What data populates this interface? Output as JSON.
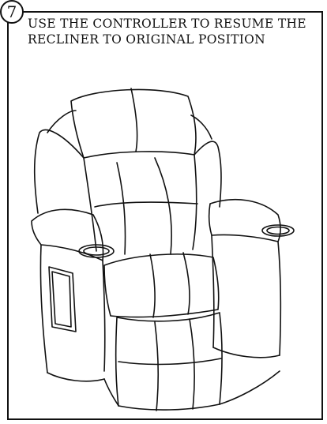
{
  "step": {
    "number": "7",
    "line1": "USE THE CONTROLLER TO RESUME THE",
    "line2": "RECLINER TO ORIGINAL POSITION"
  },
  "icons": {
    "step_badge": "circled-number",
    "illustration": "recliner-chair-icon"
  },
  "colors": {
    "ink": "#111111",
    "background": "#ffffff"
  }
}
